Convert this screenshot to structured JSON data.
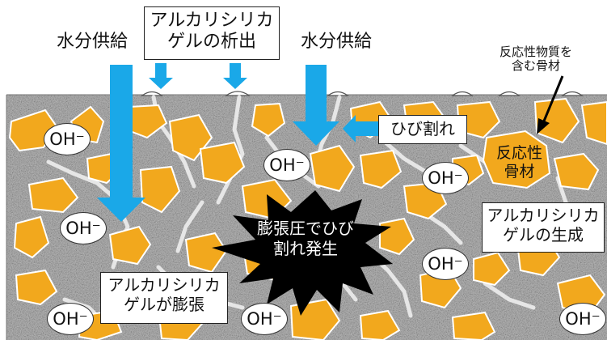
{
  "labels": {
    "water_supply": "水分供給",
    "gel_precipitation": [
      "アルカリシリカ",
      "ゲルの析出"
    ],
    "reactive_aggregate_note": [
      "反応性物質を",
      "含む骨材"
    ],
    "crack": "ひび割れ",
    "reactive_aggregate": [
      "反応性",
      "骨材"
    ],
    "gel_formation": [
      "アルカリシリカ",
      "ゲルの生成"
    ],
    "expansion_crack": [
      "膨張圧でひび",
      "割れ発生"
    ],
    "gel_expansion": [
      "アルカリシリカ",
      "ゲルが膨張"
    ],
    "hydroxide": "OH⁻"
  },
  "colors": {
    "aggregate": "#f2a81d",
    "concrete": "#a9a9a9",
    "gel": "#dcdcdc",
    "arrow": "#1aa8e8",
    "burst": "#000000"
  }
}
